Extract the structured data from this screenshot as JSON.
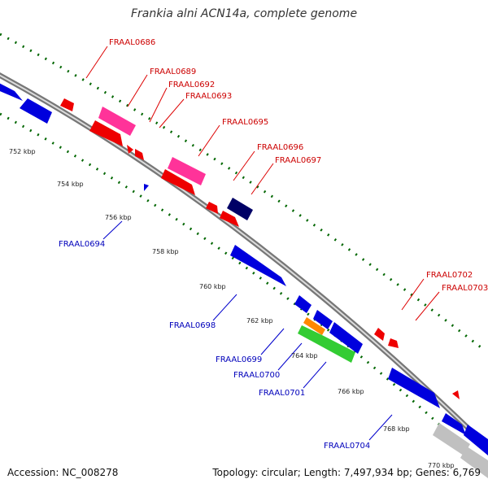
{
  "title": "Frankia alni ACN14a, complete genome",
  "footer": {
    "accession": "Accession: NC_008278",
    "summary": "Topology: circular; Length: 7,497,934 bp; Genes: 6,769"
  },
  "colors": {
    "backbone": "#8c8c8c",
    "tick": "#006600",
    "forward_gene": "#ee0000",
    "reverse_gene": "#0000dd",
    "trna": "#ff3399",
    "dark_gene": "#000066",
    "rrna": "#33cc33",
    "misc": "#ff8800",
    "pseudo": "#c0c0c0",
    "label_red": "#cc0000",
    "label_blue": "#0000bb"
  },
  "kbp_labels": [
    "752 kbp",
    "754 kbp",
    "756 kbp",
    "758 kbp",
    "760 kbp",
    "762 kbp",
    "764 kbp",
    "766 kbp",
    "768 kbp",
    "770 kbp"
  ],
  "gene_labels": {
    "FRAAL0686": "FRAAL0686",
    "FRAAL0689": "FRAAL0689",
    "FRAAL0692": "FRAAL0692",
    "FRAAL0693": "FRAAL0693",
    "FRAAL0694": "FRAAL0694",
    "FRAAL0695": "FRAAL0695",
    "FRAAL0696": "FRAAL0696",
    "FRAAL0697": "FRAAL0697",
    "FRAAL0698": "FRAAL0698",
    "FRAAL0699": "FRAAL0699",
    "FRAAL0700": "FRAAL0700",
    "FRAAL0701": "FRAAL0701",
    "FRAAL0702": "FRAAL0702",
    "FRAAL0703": "FRAAL0703",
    "FRAAL0704": "FRAAL0704"
  }
}
